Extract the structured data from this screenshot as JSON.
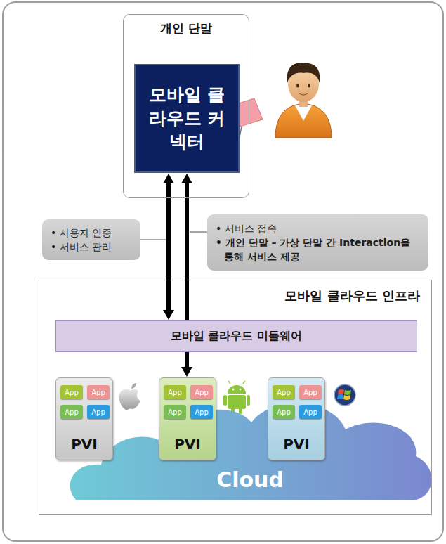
{
  "diagram": {
    "nodes": [
      {
        "text": [
          "개인 단말"
        ]
      },
      {
        "text": [
          "모바일 클라우드 커넥터"
        ],
        "in": 0
      },
      {
        "text": [
          "• 사용자 인증",
          "• 서비스 관리"
        ]
      },
      {
        "text": [
          "• 서비스 접속",
          "• 개인 단말 – 가상 단말 간 Interaction을 통해 서비스 제공"
        ]
      },
      {
        "text": [
          "모바일 클라우드 인프라"
        ]
      },
      {
        "text": [
          "모바일 클라우드 미들웨어"
        ],
        "in": 4
      },
      {
        "text": [
          "Cloud"
        ],
        "in": 4
      },
      {
        "text": [
          "PVI"
        ],
        "in": 4
      },
      {
        "text": [
          "App"
        ],
        "in": 7
      },
      {
        "text": [
          "App"
        ],
        "in": 7
      },
      {
        "text": [
          "App"
        ],
        "in": 7
      },
      {
        "text": [
          "App"
        ],
        "in": 7
      },
      {
        "text": [
          "PVI"
        ],
        "in": 4
      },
      {
        "text": [
          "App"
        ],
        "in": 12
      },
      {
        "text": [
          "App"
        ],
        "in": 12
      },
      {
        "text": [
          "App"
        ],
        "in": 12
      },
      {
        "text": [
          "App"
        ],
        "in": 12
      },
      {
        "text": [
          "PVI"
        ],
        "in": 4
      },
      {
        "text": [
          "App"
        ],
        "in": 17
      },
      {
        "text": [
          "App"
        ],
        "in": 17
      },
      {
        "text": [
          "App"
        ],
        "in": 17
      },
      {
        "text": [
          "App"
        ],
        "in": 17
      }
    ],
    "edges": [
      {
        "from": 1,
        "to": 5,
        "arrow": "both"
      },
      {
        "from": 1,
        "to": 12,
        "arrow": "both"
      }
    ]
  }
}
